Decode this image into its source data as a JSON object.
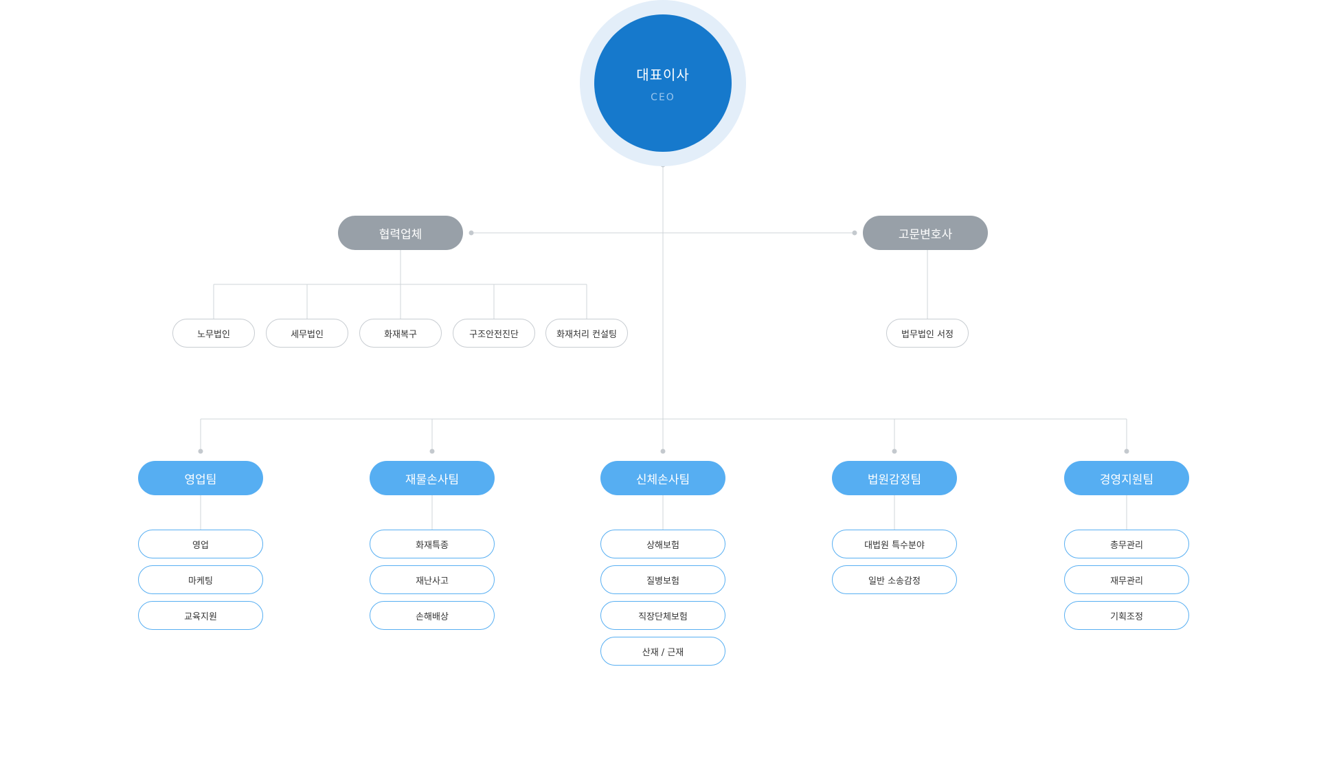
{
  "ceo": {
    "title": "대표이사",
    "subtitle": "CEO"
  },
  "partners": {
    "label": "협력업체",
    "items": [
      "노무법인",
      "세무법인",
      "화재복구",
      "구조안전진단",
      "화재처리 컨설팅"
    ]
  },
  "counsel": {
    "label": "고문변호사",
    "items": [
      "법무법인 서정"
    ]
  },
  "teams": [
    {
      "name": "영업팀",
      "items": [
        "영업",
        "마케팅",
        "교육지원"
      ]
    },
    {
      "name": "재물손사팀",
      "items": [
        "화재특종",
        "재난사고",
        "손해배상"
      ]
    },
    {
      "name": "신체손사팀",
      "items": [
        "상해보험",
        "질병보험",
        "직장단체보험",
        "산재 / 근재"
      ]
    },
    {
      "name": "법원감정팀",
      "items": [
        "대법원 특수분야",
        "일반 소송감정"
      ]
    },
    {
      "name": "경영지원팀",
      "items": [
        "총무관리",
        "재무관리",
        "기획조정"
      ]
    }
  ],
  "colors": {
    "ceo_fill": "#1679cc",
    "ceo_ring": "#e3eef9",
    "team_fill": "#56aef2",
    "partner_fill": "#98a0a8",
    "line": "#cfd4d9"
  }
}
